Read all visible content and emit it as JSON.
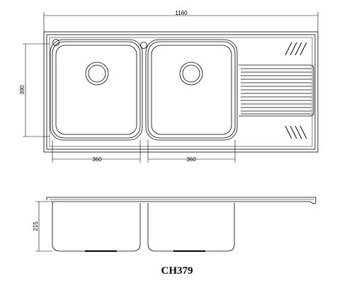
{
  "dimensions": {
    "overall_width": "1160",
    "overall_depth": "390",
    "bowl_left_width": "360",
    "bowl_right_width": "360",
    "bowl_height": "215"
  },
  "model": "CH379"
}
